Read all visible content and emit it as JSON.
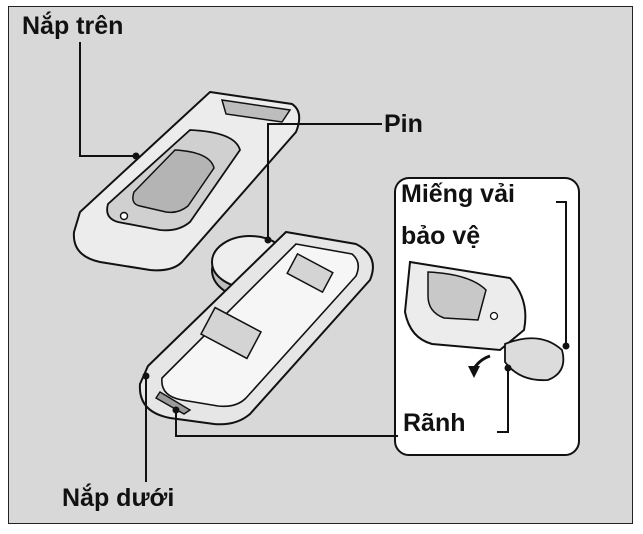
{
  "labels": {
    "top_cover": "Nắp trên",
    "battery": "Pin",
    "cloth_line1": "Miếng vải",
    "cloth_line2": "bảo vệ",
    "groove": "Rãnh",
    "bottom_cover": "Nắp dưới"
  },
  "colors": {
    "panel_background": "#d8d8d8",
    "line": "#111111",
    "part_fill": "#ececec",
    "part_shade": "#bdbdbd"
  }
}
